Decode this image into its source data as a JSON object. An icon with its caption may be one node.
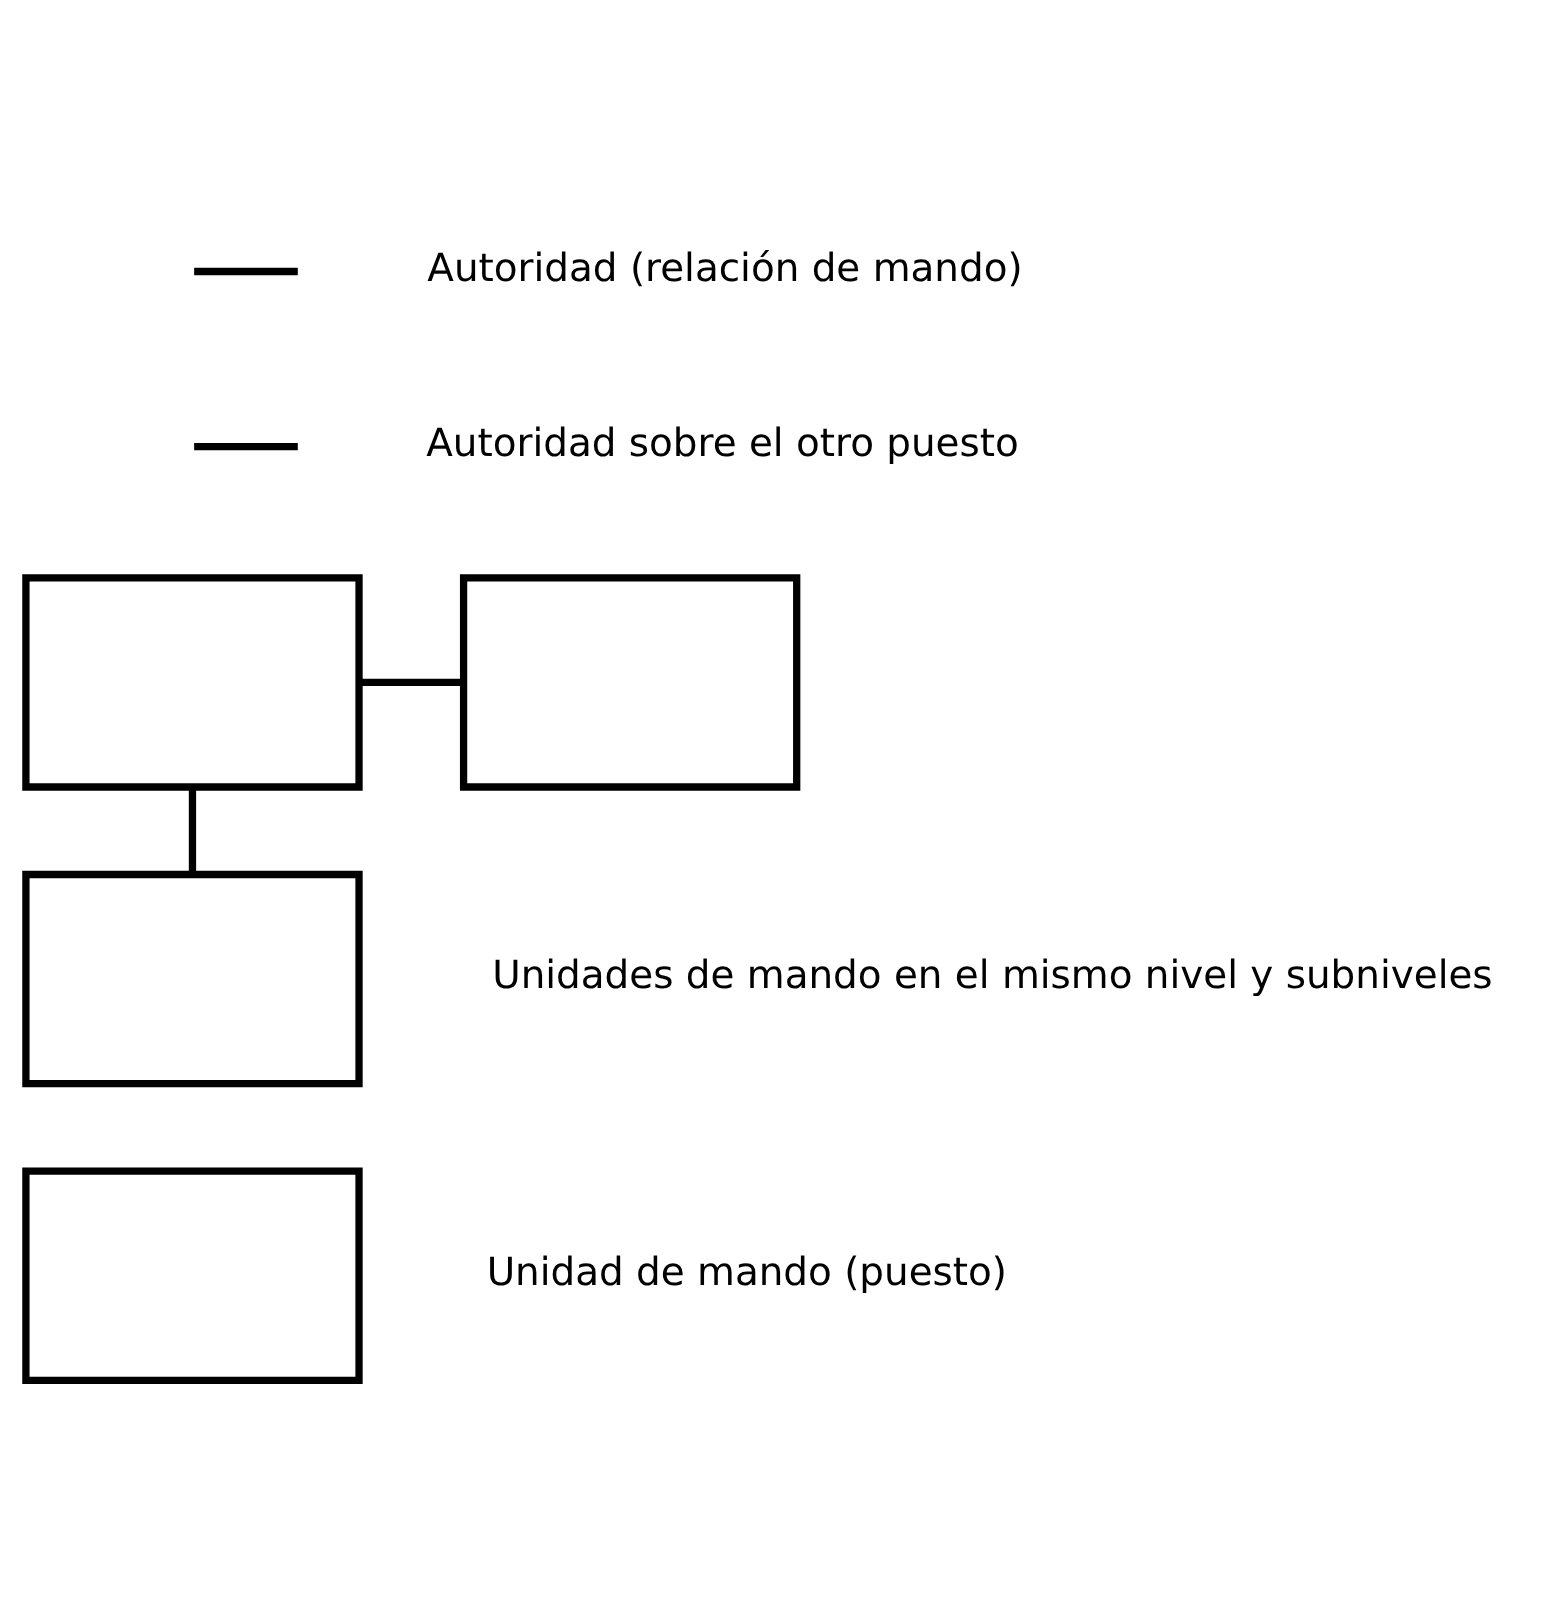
{
  "diagram": {
    "nodes": [
      {
        "text": [],
        "shape": "box"
      },
      {
        "text": [],
        "shape": "box"
      },
      {
        "text": [],
        "shape": "box"
      },
      {
        "text": [],
        "shape": "box",
        "beside": [
          "Unidad de mando (puesto)"
        ]
      }
    ],
    "edges": [
      {
        "from": 0,
        "to": 1,
        "arrow": "none"
      },
      {
        "from": 0,
        "to": 2,
        "arrow": "none"
      }
    ],
    "labels": [
      "Unidades de mando en el mismo nivel y subniveles"
    ],
    "legend": [
      {
        "text": "Autoridad (relación de mando)"
      },
      {
        "text": "Autoridad sobre el otro puesto"
      }
    ]
  }
}
